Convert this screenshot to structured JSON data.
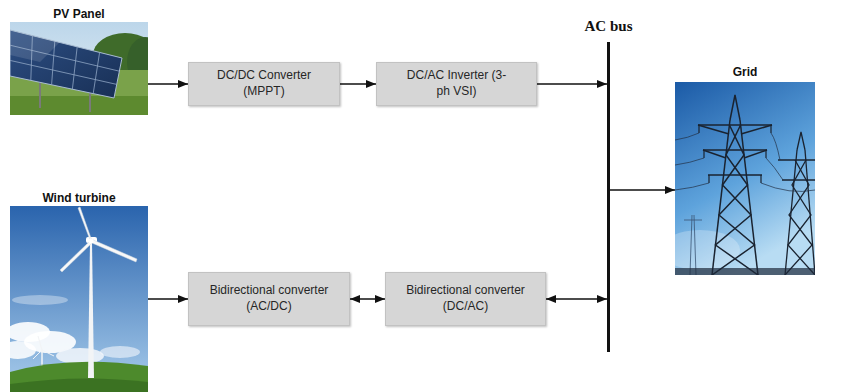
{
  "diagram": {
    "nodes": [
      {
        "text": [
          "PV Panel"
        ]
      },
      {
        "text": [
          "DC/DC Converter (MPPT)"
        ]
      },
      {
        "text": [
          "DC/AC Inverter (3-ph VSI)"
        ]
      },
      {
        "text": [
          "Wind turbine"
        ]
      },
      {
        "text": [
          "Bidirectional converter (AC/DC)"
        ]
      },
      {
        "text": [
          "Bidirectional converter (DC/AC)"
        ]
      },
      {
        "text": [
          "AC bus"
        ]
      },
      {
        "text": [
          "Grid"
        ]
      }
    ],
    "edges": [
      {
        "from": 0,
        "to": 1,
        "arrow": "to"
      },
      {
        "from": 1,
        "to": 2,
        "arrow": "to"
      },
      {
        "from": 2,
        "to": 6,
        "arrow": "to"
      },
      {
        "from": 3,
        "to": 4,
        "arrow": "to"
      },
      {
        "from": 4,
        "to": 5,
        "arrow": "both"
      },
      {
        "from": 5,
        "to": 6,
        "arrow": "both"
      },
      {
        "from": 6,
        "to": 7,
        "arrow": "to"
      }
    ]
  }
}
